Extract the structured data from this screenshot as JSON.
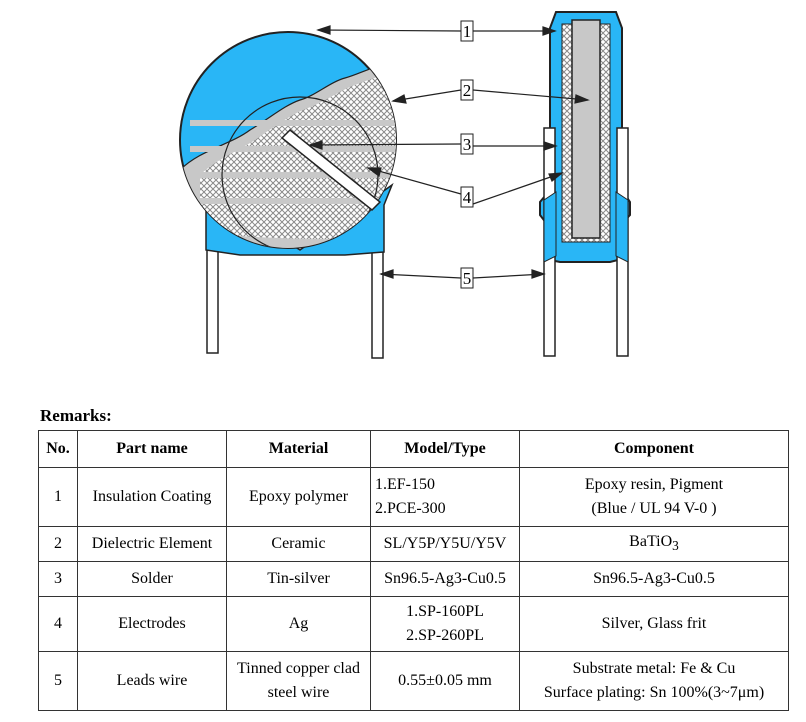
{
  "colors": {
    "coating": "#29B6F6",
    "coating_stroke": "#1a1a1a",
    "dielectric": "#c8c8c8",
    "electrode_pattern": "#999999",
    "lead": "#ffffff"
  },
  "callouts": [
    "1",
    "2",
    "3",
    "4",
    "5"
  ],
  "remarks": {
    "title": "Remarks:",
    "headers": {
      "no": "No.",
      "part": "Part name",
      "material": "Material",
      "model": "Model/Type",
      "component": "Component"
    },
    "rows": [
      {
        "no": "1",
        "part": "Insulation Coating",
        "material": "Epoxy polymer",
        "model_1": "1.EF-150",
        "model_2": "2.PCE-300",
        "comp_1": "Epoxy  resin, Pigment",
        "comp_2": "(Blue / UL 94 V-0 )"
      },
      {
        "no": "2",
        "part": "Dielectric Element",
        "material": "Ceramic",
        "model_1": "SL/Y5P/Y5U/Y5V",
        "comp_1": "BaTiO",
        "comp_sub": "3"
      },
      {
        "no": "3",
        "part": "Solder",
        "material": "Tin-silver",
        "model_1": "Sn96.5-Ag3-Cu0.5",
        "comp_1": "Sn96.5-Ag3-Cu0.5"
      },
      {
        "no": "4",
        "part": "Electrodes",
        "material": "Ag",
        "model_1": "1.SP-160PL",
        "model_2": "2.SP-260PL",
        "comp_1": "Silver, Glass frit"
      },
      {
        "no": "5",
        "part": "Leads wire",
        "material_1": "Tinned copper clad",
        "material_2": "steel wire",
        "model_1": "0.55±0.05 mm",
        "comp_1": "Substrate metal: Fe & Cu",
        "comp_2": "Surface plating: Sn 100%(3~7μm)"
      }
    ]
  }
}
